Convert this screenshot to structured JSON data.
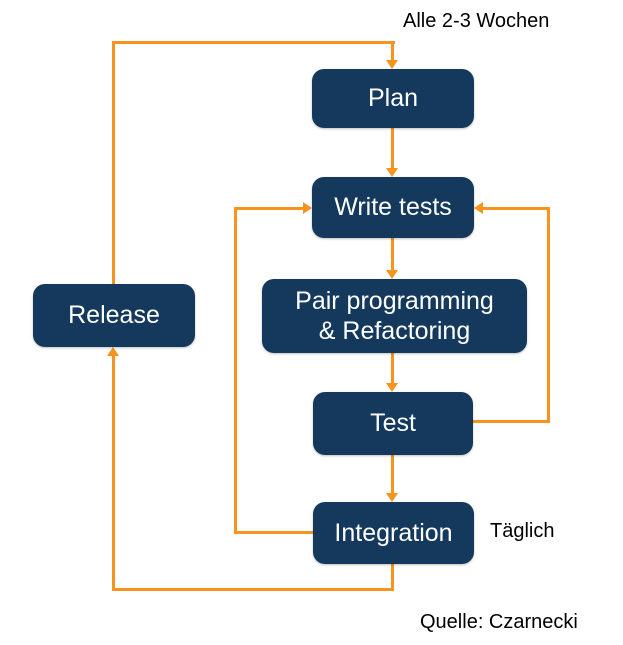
{
  "colors": {
    "node_fill": "#14395D",
    "node_text": "#FFFFFF",
    "arrow": "#F7941D",
    "label_text": "#000000",
    "background": "#FFFFFF"
  },
  "nodes": {
    "plan": {
      "label": "Plan"
    },
    "write_tests": {
      "label": "Write tests"
    },
    "pair_programming": {
      "line1": "Pair programming",
      "line2": "& Refactoring"
    },
    "test": {
      "label": "Test"
    },
    "integration": {
      "label": "Integration"
    },
    "release": {
      "label": "Release"
    }
  },
  "labels": {
    "cycle": "Alle 2-3 Wochen",
    "daily": "Täglich",
    "source": "Quelle: Czarnecki"
  }
}
